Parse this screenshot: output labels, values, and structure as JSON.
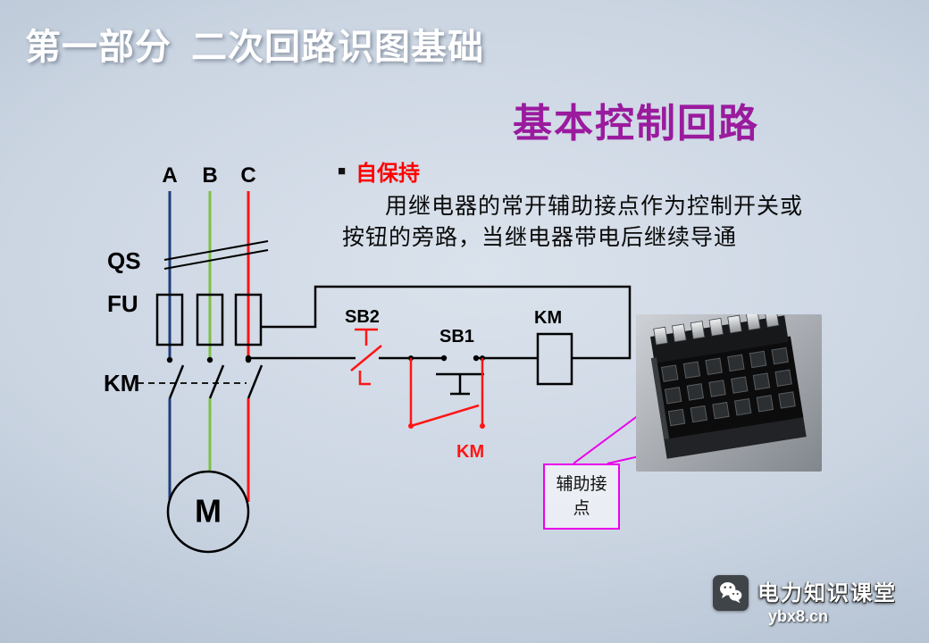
{
  "header": {
    "title": "第一部分  二次回路识图基础"
  },
  "content": {
    "title": "基本控制回路",
    "bullet": {
      "marker": "■",
      "text": "自保持"
    },
    "description": {
      "line1": "用继电器的常开辅助接点作为控制开关或",
      "line2": "按钮的旁路，当继电器带电后继续导通"
    }
  },
  "diagram": {
    "phases": {
      "a": "A",
      "b": "B",
      "c": "C"
    },
    "components": {
      "disconnector": "QS",
      "fuse": "FU",
      "contactor_main": "KM",
      "motor": "M",
      "stop_button": "SB2",
      "start_button": "SB1",
      "coil": "KM",
      "aux_contact": "KM"
    },
    "callout": {
      "text": "辅助接点"
    },
    "colors": {
      "phase_a": "#1f3d7a",
      "phase_b": "#7cc242",
      "phase_c": "#ff1515",
      "control_red": "#ff1515",
      "callout": "#ea00ea",
      "title_purple": "#9a1b9e",
      "bullet_red": "#ff0000"
    }
  },
  "footer": {
    "brand": "电力知识课堂",
    "url": "ybx8.cn"
  }
}
